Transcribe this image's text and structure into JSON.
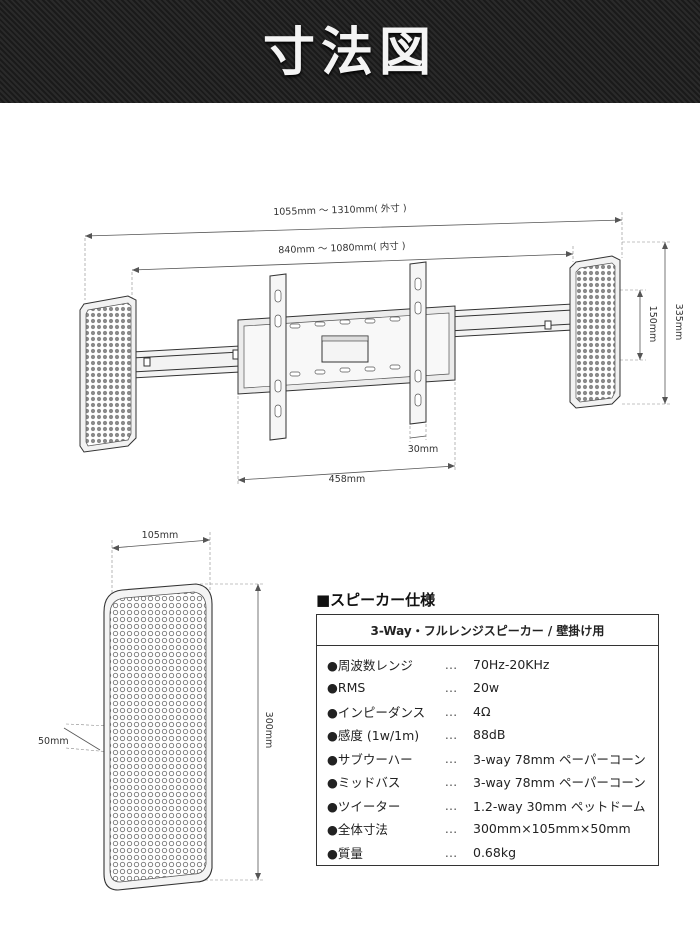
{
  "header": {
    "title": "寸法図"
  },
  "dimensions": {
    "outer": "1055mm ～ 1310mm( 外寸 )",
    "inner": "840mm ～ 1080mm( 内寸 )",
    "height_total": "335mm",
    "height_slot": "150mm",
    "bracket_width": "30mm",
    "base_width": "458mm",
    "speaker_width": "105mm",
    "speaker_height": "300mm",
    "speaker_depth": "50mm"
  },
  "spec": {
    "heading": "■スピーカー仕様",
    "subtitle": "3-Way・フルレンジスピーカー / 壁掛け用",
    "separator": "…",
    "rows": [
      {
        "key": "●周波数レンジ",
        "value": "70Hz-20KHz"
      },
      {
        "key": "●RMS",
        "value": "20w"
      },
      {
        "key": "●インピーダンス",
        "value": "4Ω"
      },
      {
        "key": "●感度 (1w/1m)",
        "value": "88dB"
      },
      {
        "key": "●サブウーハー",
        "value": "3-way 78mm ペーパーコーン"
      },
      {
        "key": "●ミッドバス",
        "value": "3-way 78mm ペーパーコーン"
      },
      {
        "key": "●ツイーター",
        "value": "1.2-way 30mm ペットドーム"
      },
      {
        "key": "●全体寸法",
        "value": "300mm×105mm×50mm"
      },
      {
        "key": "●質量",
        "value": "0.68kg"
      }
    ]
  }
}
